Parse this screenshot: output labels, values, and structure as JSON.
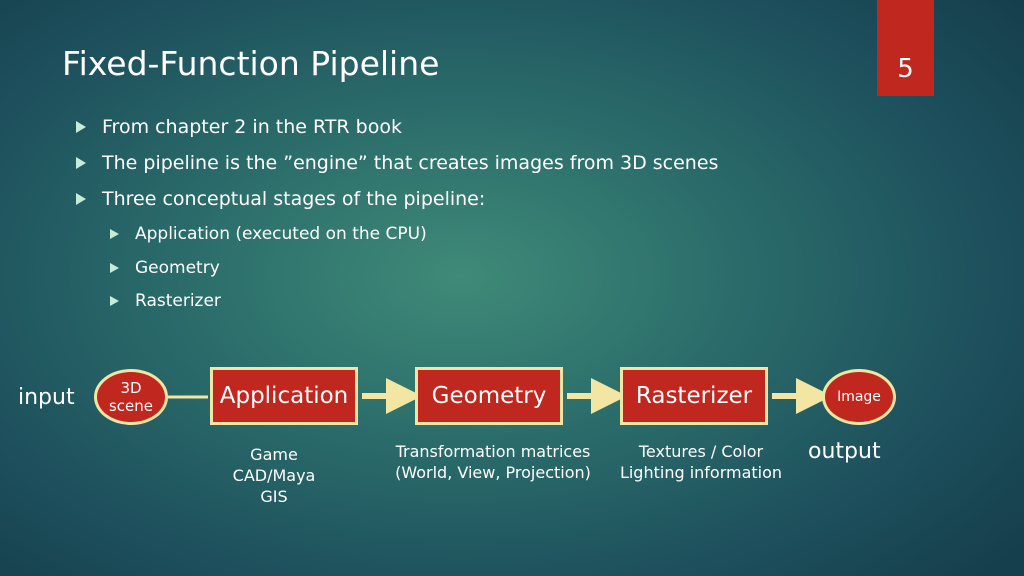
{
  "title": "Fixed-Function Pipeline",
  "slide_number": "5",
  "bullets": [
    "From chapter 2 in the RTR book",
    "The pipeline is the ”engine” that creates images from 3D scenes",
    "Three conceptual stages of the pipeline:"
  ],
  "sub_bullets": [
    "Application (executed on the CPU)",
    "Geometry",
    "Rasterizer"
  ],
  "diagram": {
    "input_label": "input",
    "output_label": "output",
    "input_node": {
      "line1": "3D",
      "line2": "scene"
    },
    "stages": [
      "Application",
      "Geometry",
      "Rasterizer"
    ],
    "output_node": "Image",
    "captions": {
      "application": [
        "Game",
        "CAD/Maya",
        "GIS"
      ],
      "geometry": [
        "Transformation matrices",
        "(World, View, Projection)"
      ],
      "rasterizer": [
        "Textures / Color",
        "Lighting information"
      ]
    },
    "colors": {
      "box_fill": "#c0271f",
      "box_border": "#f2e6a2",
      "arrow": "#f2e6a2"
    }
  }
}
